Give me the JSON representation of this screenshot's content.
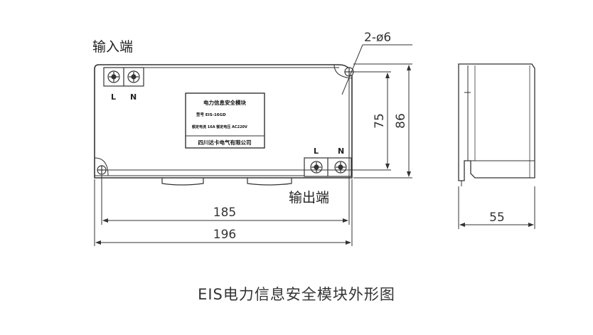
{
  "labels": {
    "input_terminal": "输入端",
    "output_terminal": "输出端",
    "hole_spec": "2-ø6",
    "terminal_l": "L",
    "terminal_n": "N"
  },
  "nameplate": {
    "title": "电力信息安全模块",
    "model": "型号 EIS-16GD",
    "rating": "额定电流 16A  额定电压 AC220V",
    "manufacturer": "四川达卡电气有限公司"
  },
  "dimensions": {
    "total_width": "196",
    "hole_spacing_width": "185",
    "hole_spacing_height": "75",
    "total_height": "86",
    "depth": "55"
  },
  "caption": "EIS电力信息安全模块外形图"
}
